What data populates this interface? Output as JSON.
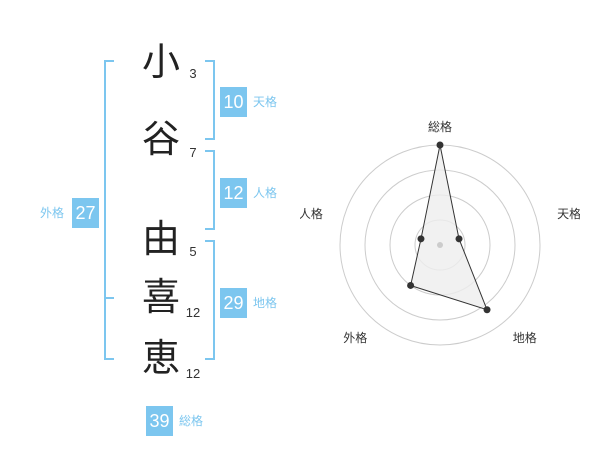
{
  "name_chars": [
    {
      "char": "小",
      "strokes": "3"
    },
    {
      "char": "谷",
      "strokes": "7"
    },
    {
      "char": "由",
      "strokes": "5"
    },
    {
      "char": "喜",
      "strokes": "12"
    },
    {
      "char": "恵",
      "strokes": "12"
    }
  ],
  "fortunes": {
    "tenkaku": {
      "value": "10",
      "label": "天格"
    },
    "jinkaku": {
      "value": "12",
      "label": "人格"
    },
    "chikaku": {
      "value": "29",
      "label": "地格"
    },
    "gaikaku": {
      "value": "27",
      "label": "外格"
    },
    "soukaku": {
      "value": "39",
      "label": "総格"
    }
  },
  "colors": {
    "accent": "#7cc6ef",
    "polygon_fill": "#eeeeee",
    "polygon_stroke": "#333333",
    "ring": "#cccccc"
  },
  "chart_data": {
    "type": "radar",
    "axes": [
      "総格",
      "天格",
      "地格",
      "外格",
      "人格"
    ],
    "values": [
      5,
      1,
      4,
      2.5,
      1
    ],
    "rlim": [
      0,
      5
    ],
    "rings": 4
  }
}
